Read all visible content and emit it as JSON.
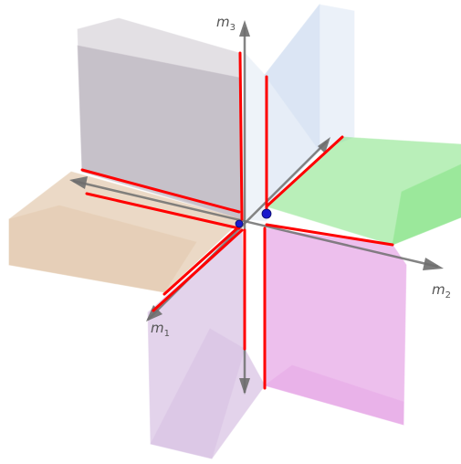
{
  "axes": {
    "m1": {
      "base": "m",
      "sub": "1"
    },
    "m2": {
      "base": "m",
      "sub": "2"
    },
    "m3": {
      "base": "m",
      "sub": "3"
    }
  },
  "colors": {
    "background": "#ffffff",
    "slab_left": "#d9b58f",
    "slab_right": "#66dd66",
    "slab_top_left": "#b0a8b4",
    "slab_top_right": "#c8d8ee",
    "slab_bottom_left": "#c8a8d8",
    "slab_bottom_right": "#e08ce0",
    "edge_highlight": "#ff0000",
    "axis": "#6e6e6e",
    "origin_points": "#1a1acc"
  }
}
